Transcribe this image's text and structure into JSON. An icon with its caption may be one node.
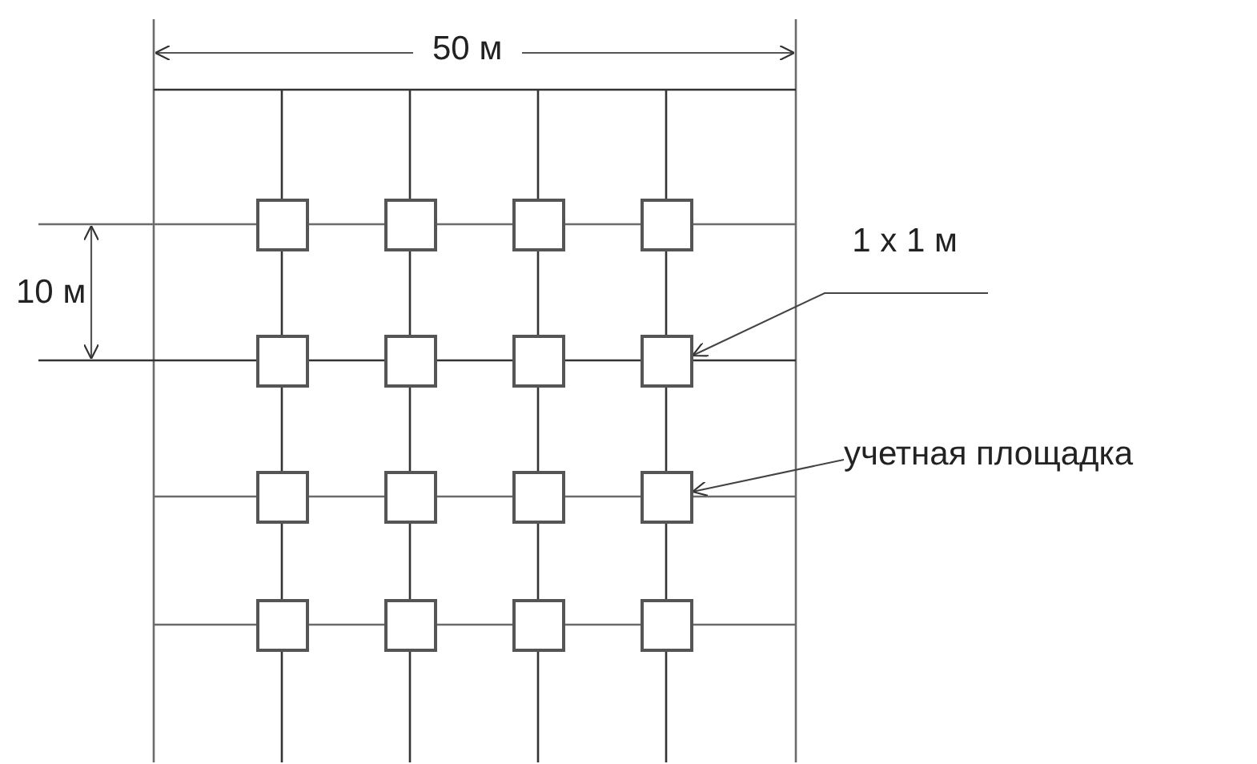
{
  "diagram": {
    "nodes": [
      {
        "text": [],
        "shape": "box"
      },
      {
        "text": [],
        "shape": "box"
      },
      {
        "text": [],
        "shape": "box"
      },
      {
        "text": [],
        "shape": "box"
      },
      {
        "text": [],
        "shape": "box"
      },
      {
        "text": [],
        "shape": "box"
      },
      {
        "text": [],
        "shape": "box"
      },
      {
        "text": [],
        "shape": "box"
      },
      {
        "text": [],
        "shape": "box"
      },
      {
        "text": [],
        "shape": "box"
      },
      {
        "text": [],
        "shape": "box"
      },
      {
        "text": [],
        "shape": "box"
      },
      {
        "text": [],
        "shape": "box"
      },
      {
        "text": [],
        "shape": "box"
      },
      {
        "text": [],
        "shape": "box"
      },
      {
        "text": [],
        "shape": "box"
      },
      {
        "text": [
          "1 x 1 м"
        ]
      },
      {
        "text": [
          "учетная площадка"
        ]
      }
    ],
    "edges": [
      {
        "from": 16,
        "to": 7,
        "arrow": "to"
      },
      {
        "from": 17,
        "to": 11,
        "arrow": "to"
      }
    ],
    "labels": [
      "50 м",
      "10 м"
    ]
  }
}
